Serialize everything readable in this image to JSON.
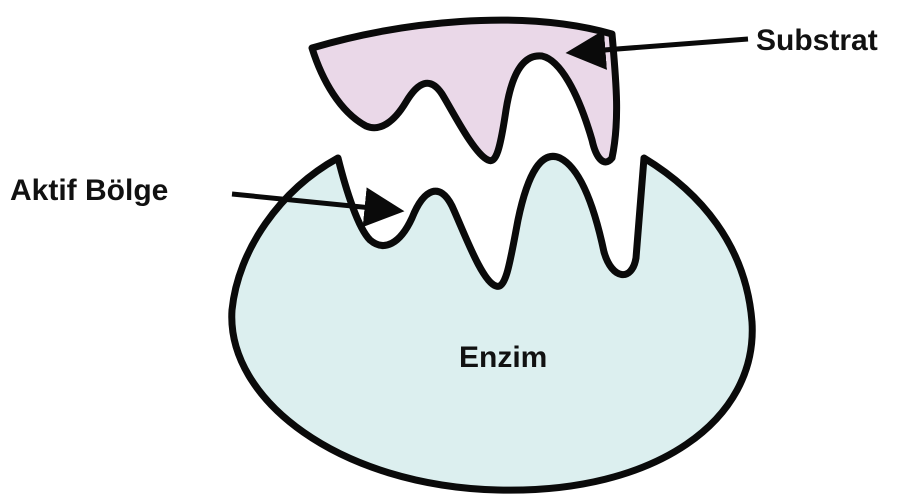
{
  "diagram": {
    "labels": {
      "substrate": "Substrat",
      "active_site": "Aktif Bölge",
      "enzyme": "Enzim"
    },
    "colors": {
      "enzyme_fill": "#dcefef",
      "substrate_fill": "#ead8e8",
      "outline": "#0a0a0a",
      "text": "#111111"
    }
  }
}
